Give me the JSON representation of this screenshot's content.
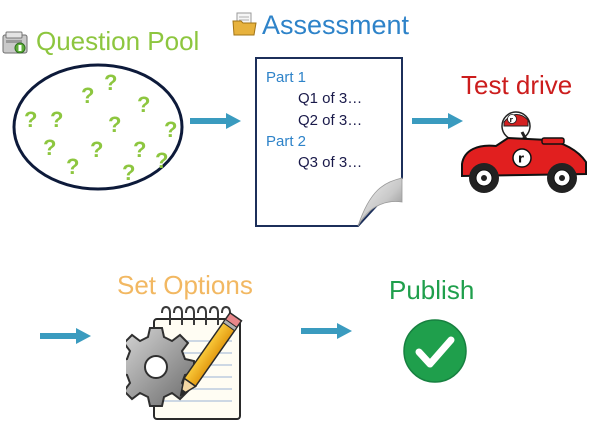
{
  "question_pool": {
    "label": "Question Pool",
    "mark": "?",
    "mark_color": "#8dc63f",
    "icon": "database-icon"
  },
  "assessment": {
    "label": "Assessment",
    "icon": "folder-icon",
    "document": {
      "lines": [
        {
          "text": "Part 1",
          "kind": "part"
        },
        {
          "text": "Q1 of 3…",
          "kind": "question"
        },
        {
          "text": "Q2 of 3…",
          "kind": "question"
        },
        {
          "text": "Part 2",
          "kind": "part"
        },
        {
          "text": "Q3 of 3…",
          "kind": "question"
        }
      ]
    }
  },
  "test_drive": {
    "label": "Test drive",
    "icon": "race-car-icon",
    "car_emblem": "r"
  },
  "set_options": {
    "label": "Set Options",
    "icon": "settings-notepad-icon"
  },
  "publish": {
    "label": "Publish",
    "icon": "checkmark-icon"
  },
  "colors": {
    "arrow": "#3a9bbf",
    "pool_green": "#8dc63f",
    "assessment_blue": "#2e83c9",
    "test_drive_red": "#cc1d1d",
    "options_orange": "#f2b862",
    "publish_green": "#1f9f4c"
  }
}
